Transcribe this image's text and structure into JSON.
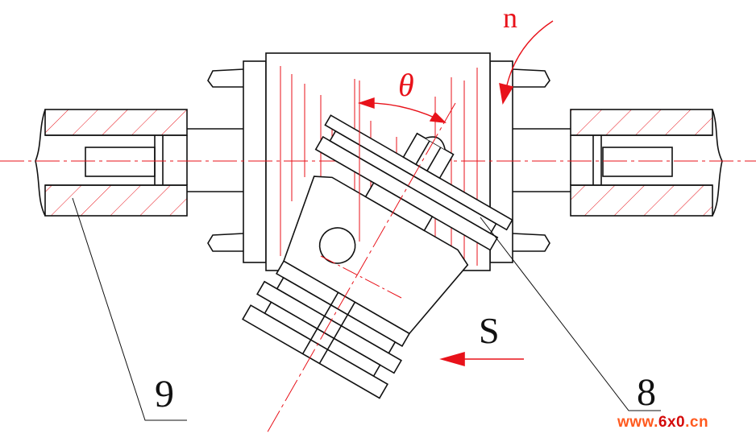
{
  "labels": {
    "rotation": "n",
    "angle": "θ",
    "feed": "S",
    "part_9": "9",
    "part_8": "8"
  },
  "watermark": {
    "prefix": "www.",
    "brand": "6x0",
    "suffix": ".cn"
  },
  "colors": {
    "lines": "#111111",
    "annotation": "#e8121a",
    "watermark_prefix": "#ff5a1f",
    "watermark_brand": "#d40a0a"
  }
}
